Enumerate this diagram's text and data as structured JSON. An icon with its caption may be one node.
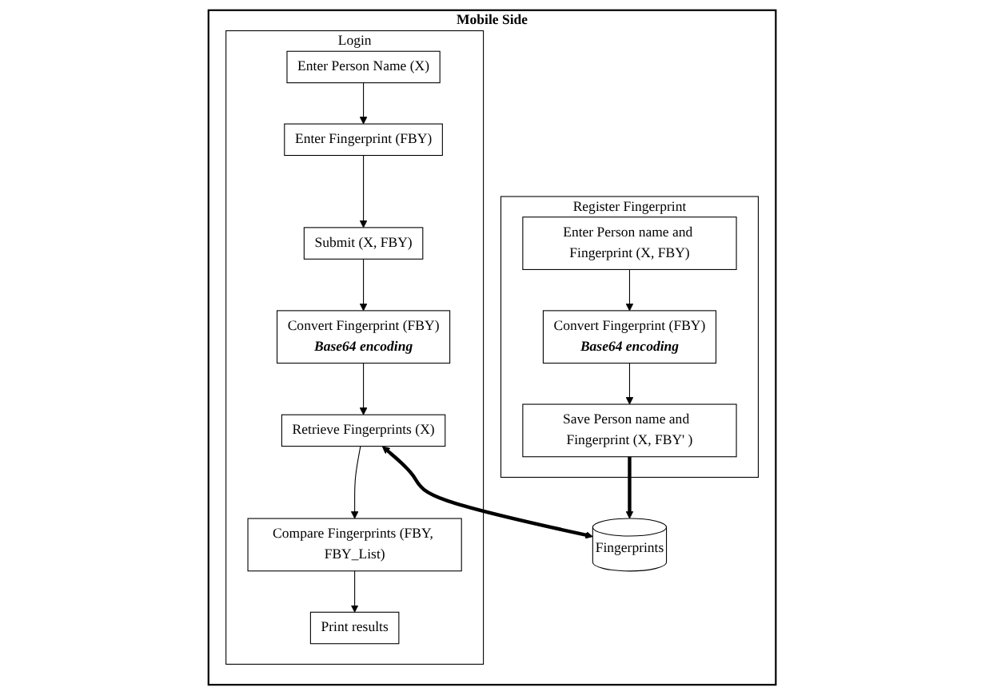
{
  "diagram": {
    "nodes": [
      {
        "text": [
          "Mobile Side"
        ]
      },
      {
        "text": [
          "Login"
        ],
        "in": 0
      },
      {
        "text": [
          "Enter Person Name (X)"
        ],
        "in": 1
      },
      {
        "text": [
          "Enter Fingerprint  (FBY)"
        ],
        "in": 1
      },
      {
        "text": [
          "Submit (X, FBY)"
        ],
        "in": 1
      },
      {
        "text": [
          "Convert Fingerprint (FBY)",
          "Base64 encoding"
        ],
        "in": 1
      },
      {
        "text": [
          "Retrieve Fingerprints (X)"
        ],
        "in": 1
      },
      {
        "text": [
          "Compare Fingerprints (FBY, FBY_List)"
        ],
        "in": 1
      },
      {
        "text": [
          "Print results"
        ],
        "in": 1
      },
      {
        "text": [
          "Register Fingerprint"
        ],
        "in": 0
      },
      {
        "text": [
          "Enter Person name and Fingerprint (X, FBY)"
        ],
        "in": 9
      },
      {
        "text": [
          "Convert Fingerprint (FBY)",
          "Base64 encoding"
        ],
        "in": 9
      },
      {
        "text": [
          "Save Person name and  Fingerprint (X, FBY' )"
        ],
        "in": 9
      },
      {
        "text": [
          "Fingerprints"
        ],
        "in": 0
      }
    ],
    "edges": [
      {
        "from": 2,
        "to": 3,
        "arrow": "to"
      },
      {
        "from": 3,
        "to": 4,
        "arrow": "to"
      },
      {
        "from": 4,
        "to": 5,
        "arrow": "to"
      },
      {
        "from": 5,
        "to": 6,
        "arrow": "to"
      },
      {
        "from": 6,
        "to": 7,
        "arrow": "to"
      },
      {
        "from": 7,
        "to": 8,
        "arrow": "to"
      },
      {
        "from": 10,
        "to": 11,
        "arrow": "to"
      },
      {
        "from": 11,
        "to": 12,
        "arrow": "to"
      },
      {
        "from": 12,
        "to": 13,
        "arrow": "to",
        "style": "thick"
      },
      {
        "from": 6,
        "to": 13,
        "arrow": "both",
        "style": "thick"
      }
    ]
  }
}
